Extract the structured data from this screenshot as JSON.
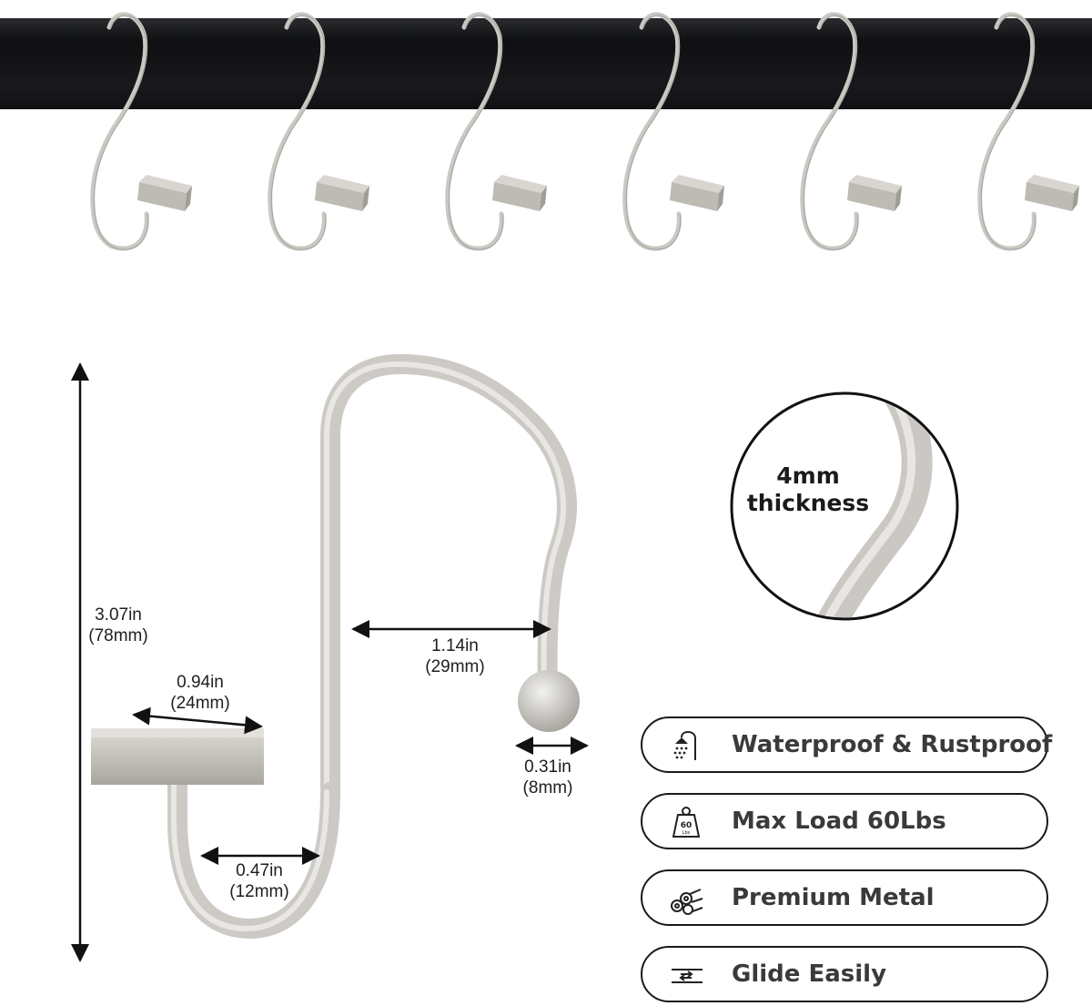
{
  "dimensions": {
    "height": {
      "in": "3.07in",
      "mm": "(78mm)"
    },
    "t_bar_length": {
      "in": "0.94in",
      "mm": "(24mm)"
    },
    "opening": {
      "in": "1.14in",
      "mm": "(29mm)"
    },
    "ball": {
      "in": "0.31in",
      "mm": "(8mm)"
    },
    "bottom_gap": {
      "in": "0.47in",
      "mm": "(12mm)"
    }
  },
  "zoom": {
    "line1": "4mm",
    "line2": "thickness"
  },
  "load_badge": "60",
  "load_badge_unit": "Lbs",
  "features": [
    {
      "label": "Waterproof & Rustproof",
      "icon": "shower-icon"
    },
    {
      "label": "Max Load 60Lbs",
      "icon": "weight-icon"
    },
    {
      "label": "Premium Metal",
      "icon": "metal-rods-icon"
    },
    {
      "label": "Glide Easily",
      "icon": "glide-arrows-icon"
    }
  ],
  "colors": {
    "rod": "#161719",
    "metal": "#c9c6c1",
    "outline": "#1a1a1a"
  }
}
